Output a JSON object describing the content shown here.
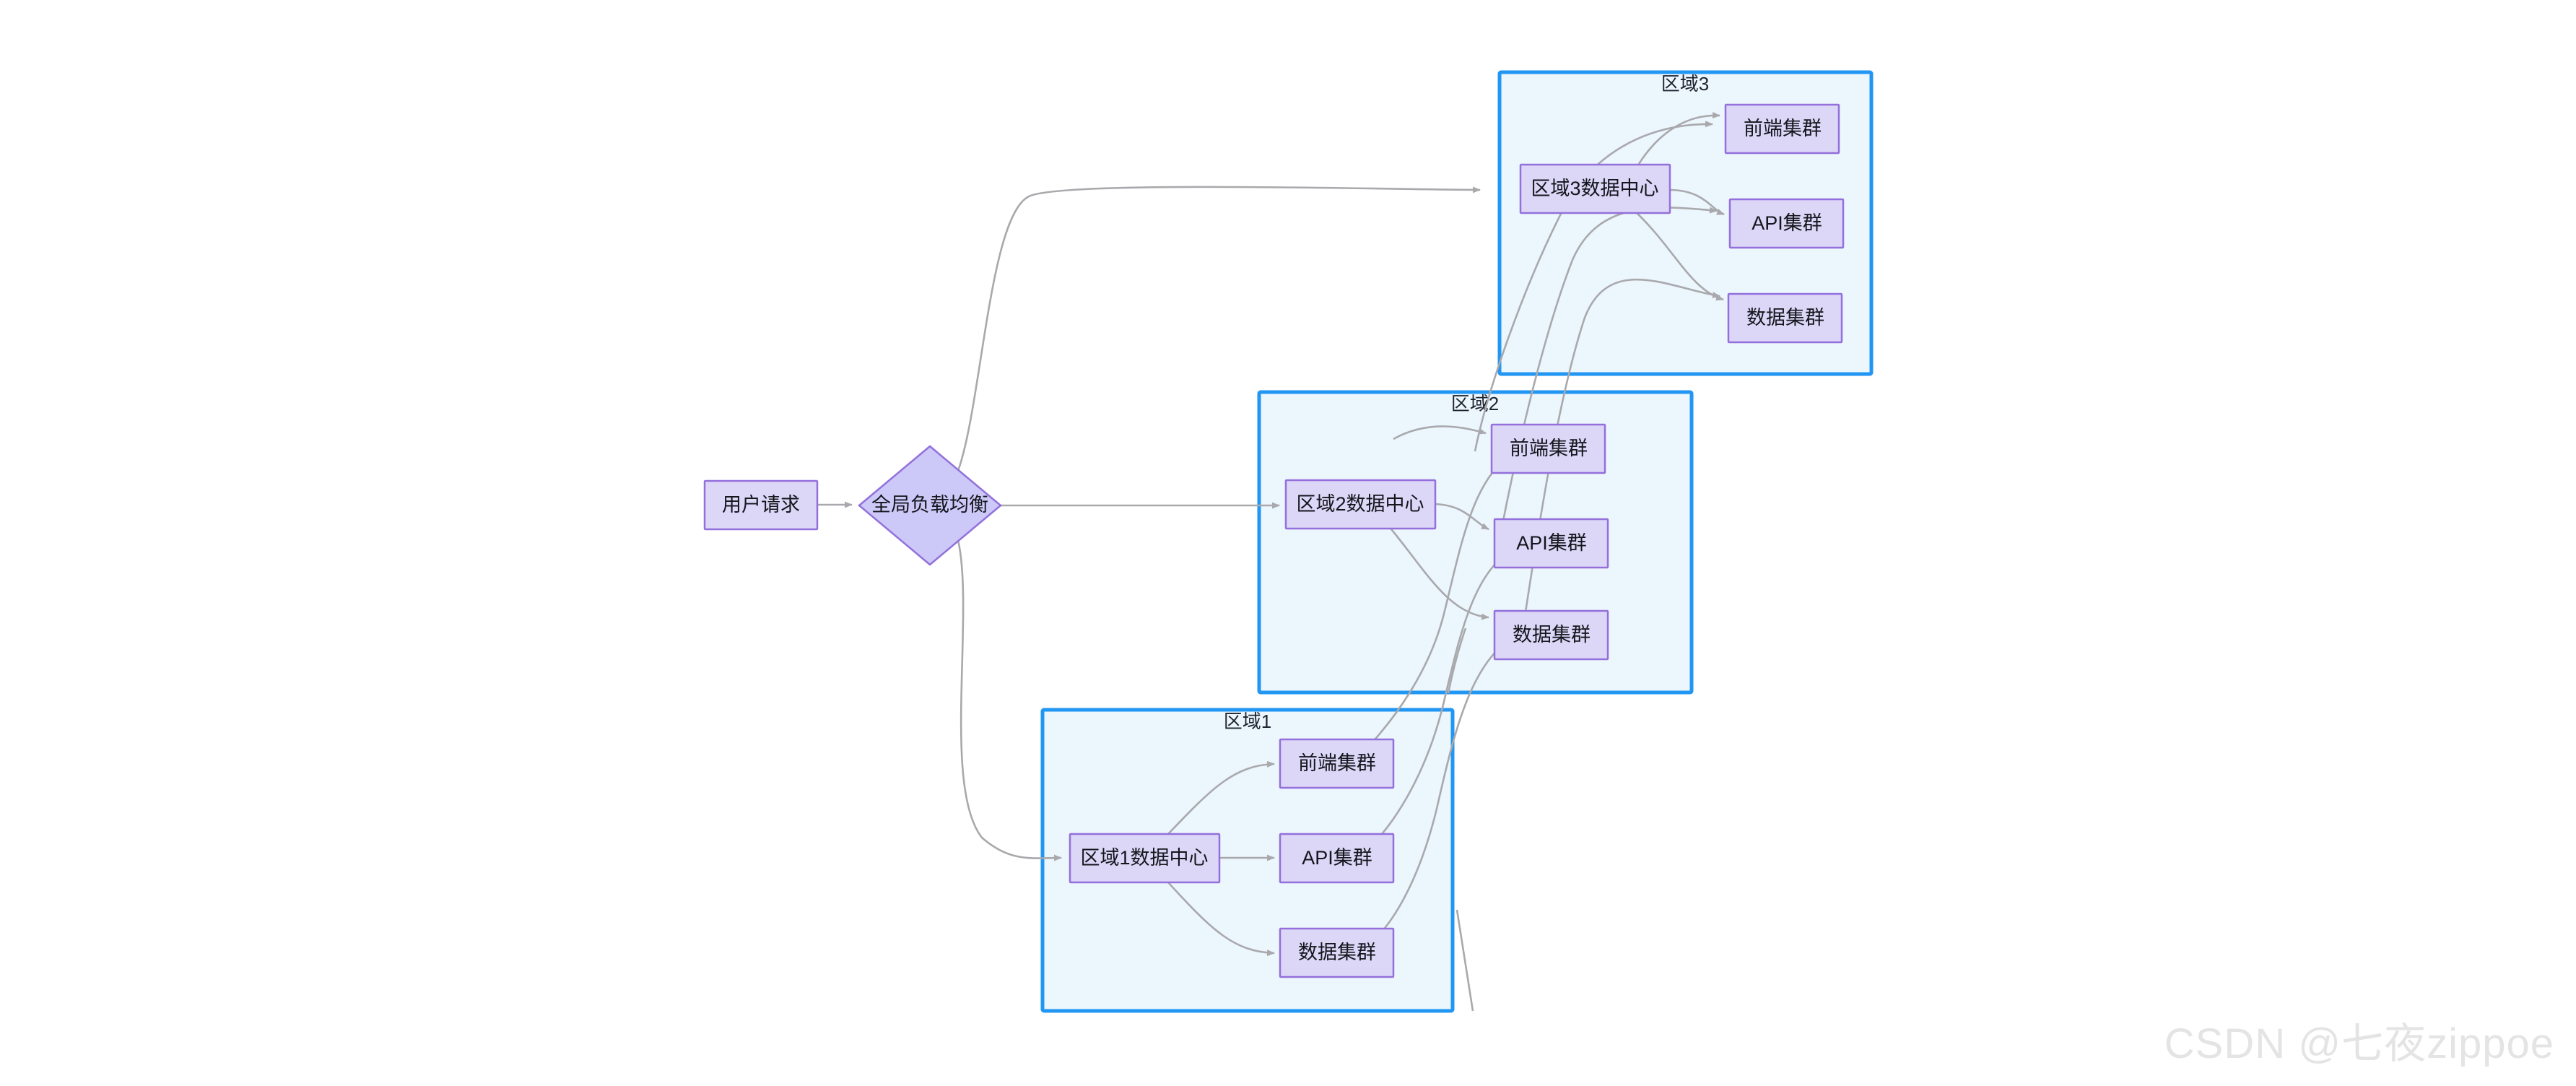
{
  "diagram": {
    "type": "flowchart",
    "direction": "left-to-right",
    "background_color": "#ffffff",
    "entry": {
      "user_request": "用户请求",
      "global_load_balancer": "全局负载均衡"
    },
    "clusters": [
      {
        "id": "region3",
        "label": "区域3",
        "datacenter": "区域3数据中心",
        "nodes": [
          "前端集群",
          "API集群",
          "数据集群"
        ]
      },
      {
        "id": "region2",
        "label": "区域2",
        "datacenter": "区域2数据中心",
        "nodes": [
          "前端集群",
          "API集群",
          "数据集群"
        ]
      },
      {
        "id": "region1",
        "label": "区域1",
        "datacenter": "区域1数据中心",
        "nodes": [
          "前端集群",
          "API集群",
          "数据集群"
        ]
      }
    ],
    "colors": {
      "cluster_fill": "#ecf6fd",
      "cluster_stroke": "#2196f3",
      "node_fill": "#dcd6f7",
      "node_stroke": "#9370db",
      "edge_stroke": "#a9a9ad",
      "text": "#14161c"
    }
  },
  "watermark": {
    "text": "CSDN @七夜zippoe"
  }
}
